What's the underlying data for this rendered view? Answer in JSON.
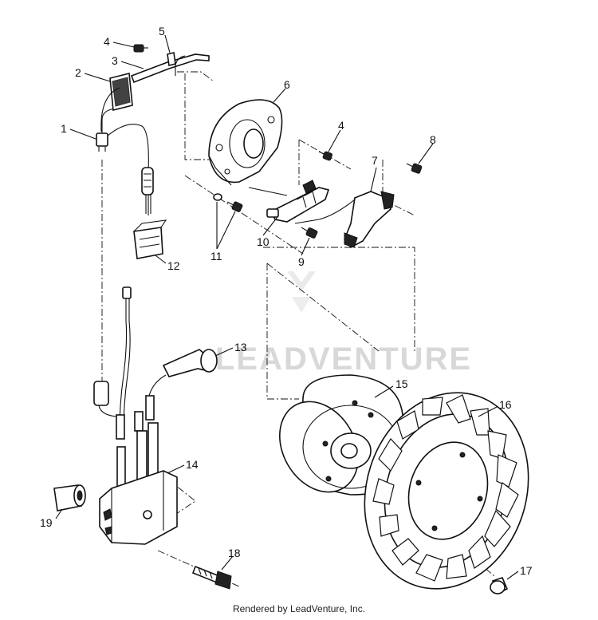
{
  "callouts": [
    {
      "id": "1",
      "label": "1"
    },
    {
      "id": "2",
      "label": "2"
    },
    {
      "id": "3",
      "label": "3"
    },
    {
      "id": "4a",
      "label": "4"
    },
    {
      "id": "4b",
      "label": "4"
    },
    {
      "id": "5",
      "label": "5"
    },
    {
      "id": "6",
      "label": "6"
    },
    {
      "id": "7",
      "label": "7"
    },
    {
      "id": "8",
      "label": "8"
    },
    {
      "id": "9",
      "label": "9"
    },
    {
      "id": "10",
      "label": "10"
    },
    {
      "id": "11",
      "label": "11"
    },
    {
      "id": "12",
      "label": "12"
    },
    {
      "id": "13",
      "label": "13"
    },
    {
      "id": "14",
      "label": "14"
    },
    {
      "id": "15",
      "label": "15"
    },
    {
      "id": "16",
      "label": "16"
    },
    {
      "id": "17",
      "label": "17"
    },
    {
      "id": "18",
      "label": "18"
    },
    {
      "id": "19",
      "label": "19"
    }
  ],
  "watermark": "LEADVENTURE",
  "footer": "Rendered by LeadVenture, Inc."
}
